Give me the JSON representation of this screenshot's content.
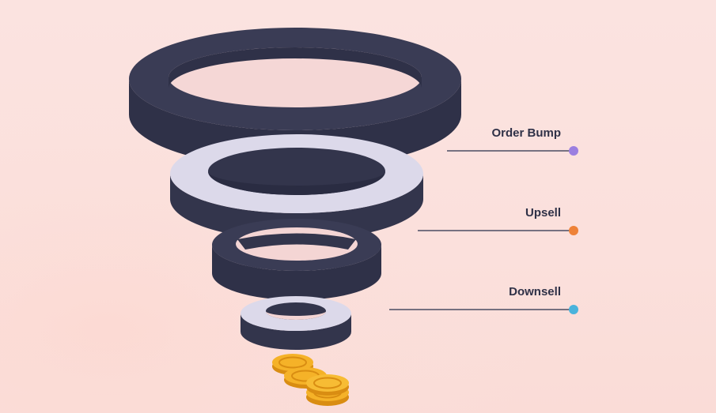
{
  "colors": {
    "background": "#fbe1dd",
    "navy_ring": "#33354c",
    "lavender_ring": "#d9d6e8",
    "coin": "#f5b228",
    "coin_dark": "#d98d12"
  },
  "stages": [
    {
      "label": "Order Bump",
      "dot_color": "#9b7fe0"
    },
    {
      "label": "Upsell",
      "dot_color": "#ee8238"
    },
    {
      "label": "Downsell",
      "dot_color": "#4ab3dc"
    }
  ]
}
